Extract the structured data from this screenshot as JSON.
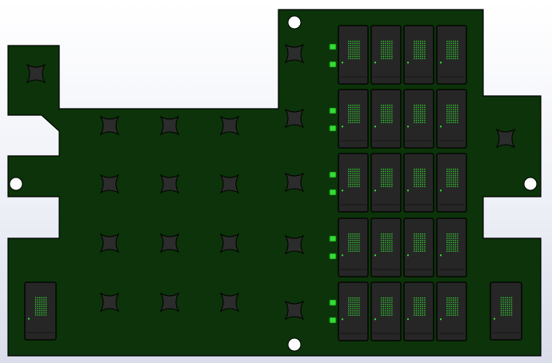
{
  "scene": {
    "view": "pcb-3d-render",
    "board_color": "#0c3309",
    "outline_color": "#000000",
    "chip_color": "#262626",
    "standoff_color": "#2c2c2c",
    "led_color": "#33dd33",
    "hole_color": "#ffffff",
    "background_top": "#ffffff",
    "background_bottom": "#d9dcea"
  },
  "board": {
    "chip_grid": {
      "rows": 5,
      "cols": 4
    },
    "standoff_grid": {
      "rows": 4,
      "cols": 3
    },
    "right_standoff_column": 5,
    "mounting_holes": 4,
    "side_chips": 2,
    "leds_per_row": 2
  }
}
